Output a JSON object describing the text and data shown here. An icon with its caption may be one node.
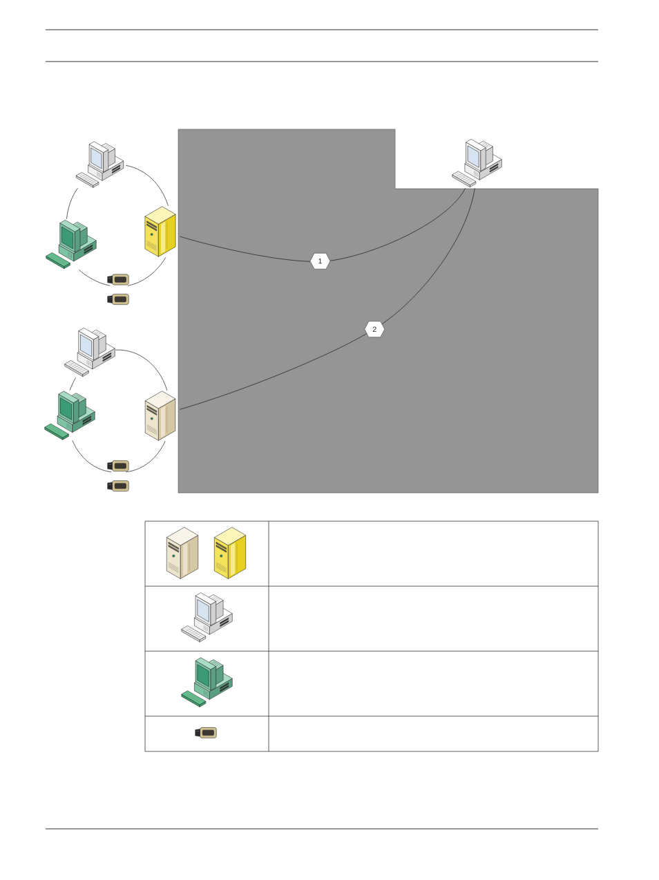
{
  "diagram": {
    "nodes": [
      {
        "text": [],
        "shape": "picture"
      },
      {
        "text": [],
        "shape": "picture"
      },
      {
        "text": [],
        "shape": "picture"
      },
      {
        "text": [],
        "shape": "picture"
      },
      {
        "text": [
          "1"
        ]
      },
      {
        "text": [],
        "shape": "picture"
      },
      {
        "text": [],
        "shape": "picture"
      },
      {
        "text": [
          "2"
        ]
      },
      {
        "text": [],
        "shape": "picture"
      },
      {
        "text": [],
        "shape": "picture"
      },
      {
        "text": [],
        "shape": "picture"
      },
      {
        "text": [],
        "shape": "picture"
      },
      {
        "text": [],
        "shape": "picture"
      }
    ],
    "edges": [
      {
        "from": 0,
        "to": 3,
        "arrow": "none"
      },
      {
        "from": 3,
        "to": 5,
        "arrow": "none"
      },
      {
        "from": 5,
        "to": 2,
        "arrow": "none"
      },
      {
        "from": 2,
        "to": 0,
        "arrow": "none"
      },
      {
        "from": 3,
        "to": 4,
        "arrow": "none"
      },
      {
        "from": 4,
        "to": 1,
        "arrow": "none"
      },
      {
        "from": 10,
        "to": 7,
        "arrow": "none"
      },
      {
        "from": 7,
        "to": 1,
        "arrow": "none"
      },
      {
        "from": 8,
        "to": 10,
        "arrow": "none"
      },
      {
        "from": 10,
        "to": 11,
        "arrow": "none"
      },
      {
        "from": 11,
        "to": 9,
        "arrow": "none"
      },
      {
        "from": 9,
        "to": 8,
        "arrow": "none"
      }
    ]
  }
}
